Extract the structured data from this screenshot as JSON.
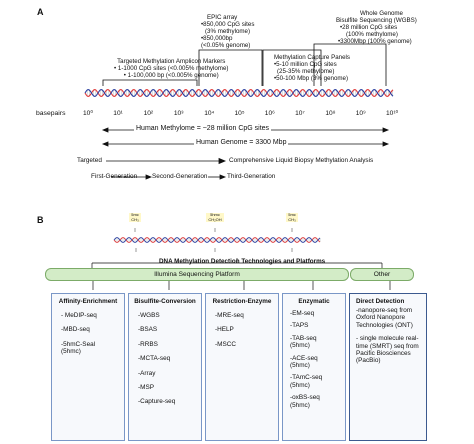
{
  "panelA": {
    "letter": "A",
    "marker_targeted": {
      "title": "Targeted Methylation Amplicon Markers",
      "line1": "• 1-1000 CpG sites (<0.005% methylome)",
      "line2": "• 1-100,000 bp (<0.005% genome)"
    },
    "marker_epic": {
      "title": "EPIC array",
      "line1": "•850,000 CpG sites",
      "line2": "(3% methylome)",
      "line3": "•850,000bp",
      "line4": "(<0.05% genome)"
    },
    "marker_capture": {
      "title": "Methylation Capture Panels",
      "line1": "•5-10 million CpG sites",
      "line2": "(25-35% methylome)",
      "line3": "•50-100 Mbp (3% genome)"
    },
    "marker_wgbs": {
      "title": "Whole Genome",
      "line1": "Bisulfite Sequencing (WGBS)",
      "line2": "•28 million CpG sites",
      "line3": "(100% methylome)",
      "line4": "•3300Mbp (100% genome)"
    },
    "scale_label": "basepairs",
    "ticks": [
      "10⁰",
      "10¹",
      "10²",
      "10³",
      "10⁴",
      "10⁵",
      "10⁶",
      "10⁷",
      "10⁸",
      "10⁹",
      "10¹⁰"
    ],
    "human_methylome": "Human Methylome = ~28 million CpG sites",
    "human_genome": "Human Genome = 3300 Mbp",
    "targeted": "Targeted",
    "liquid_biopsy": "Comprehensive Liquid Biopsy Methylation Analysis",
    "gen1": "First-Generation",
    "gen2": "Second-Generation",
    "gen3": "Third-Generation"
  },
  "panelB": {
    "letter": "B",
    "mods": [
      "5mc\nCH₃",
      "5hmc\nCH₂OH",
      "5mc\nCH₃"
    ],
    "header": "DNA Methylation Detection Technologies and Platforms",
    "illumina": "Illumina Sequencing Platform",
    "other": "Other",
    "categories": [
      {
        "title": "Affinity-Enrichment",
        "items": [
          "- MeDIP-seq",
          "-MBD-seq",
          "-5hmC-Seal (5hmc)"
        ]
      },
      {
        "title": "Bisulfite-Conversion",
        "items": [
          "-WGBS",
          "-BSAS",
          "-RRBS",
          "-MCTA-seq",
          "-Array",
          "-MSP",
          "-Capture-seq"
        ]
      },
      {
        "title": "Restriction-Enzyme",
        "items": [
          "-MRE-seq",
          "-HELP",
          "-MSCC"
        ]
      },
      {
        "title": "Enzymatic",
        "items": [
          "-EM-seq",
          "-TAPS",
          "-TAB-seq (5hmc)",
          "-ACE-seq (5hmc)",
          "-TAmC-seq (5hmc)",
          "-oxBS-seq (5hmc)"
        ]
      },
      {
        "title": "Direct Detection",
        "items": [
          "-nanopore-seq from Oxford Nanopore Technologies (ONT)",
          "- single molecule real-time (SMRT) seq from Pacific Biosciences (PacBio)"
        ]
      }
    ]
  },
  "colors": {
    "strand_red": "#e03a3a",
    "strand_blue": "#2b3fa0",
    "illumina_bar": "#d3ecc7",
    "box_border": "#7a97c7"
  }
}
